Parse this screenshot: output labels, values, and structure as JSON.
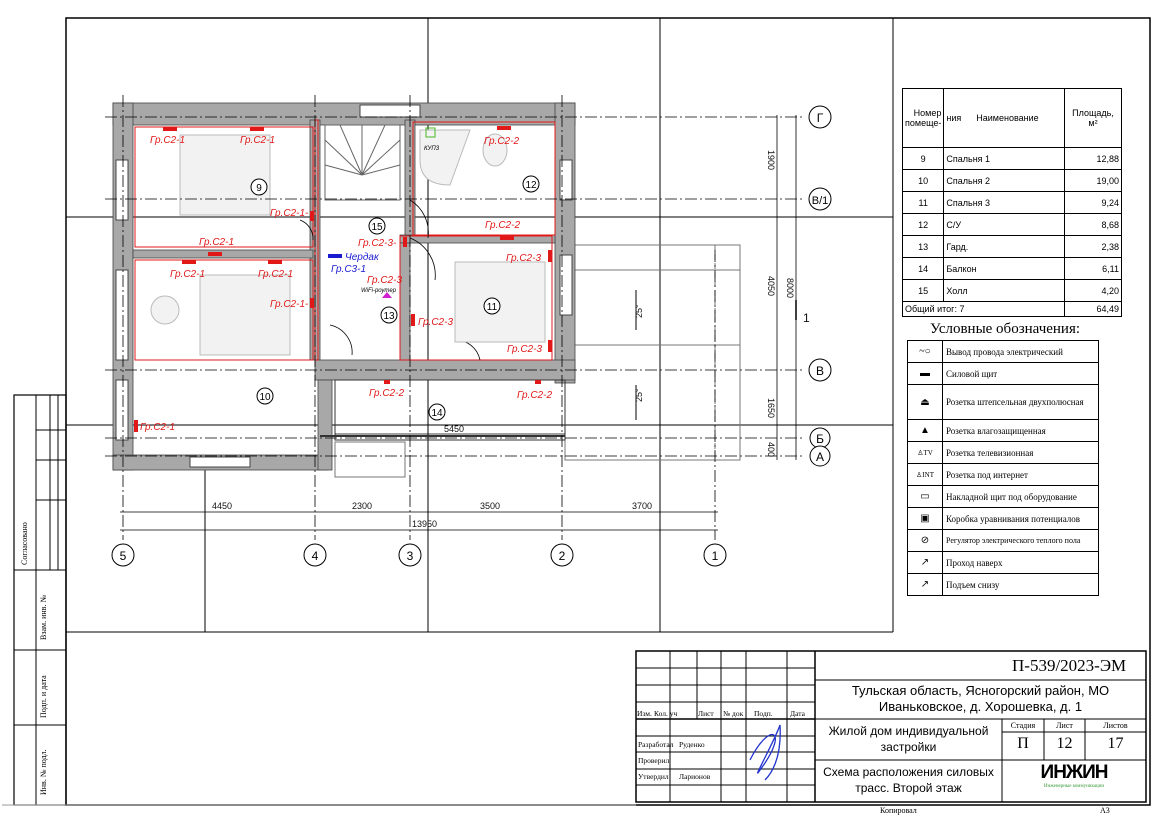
{
  "rooms_table": {
    "headers": {
      "number": "Номер помеще-",
      "number_cont": "ния",
      "name": "Наименование",
      "area": "Площадь, м²"
    },
    "rows": [
      {
        "num": "9",
        "name": "Спальня 1",
        "area": "12,88"
      },
      {
        "num": "10",
        "name": "Спальня 2",
        "area": "19,00"
      },
      {
        "num": "11",
        "name": "Спальня 3",
        "area": "9,24"
      },
      {
        "num": "12",
        "name": "С/У",
        "area": "8,68"
      },
      {
        "num": "13",
        "name": "Гард.",
        "area": "2,38"
      },
      {
        "num": "14",
        "name": "Балкон",
        "area": "6,11"
      },
      {
        "num": "15",
        "name": "Холл",
        "area": "4,20"
      }
    ],
    "total_label": "Общий итог: 7",
    "total_area": "64,49"
  },
  "legend": {
    "title": "Условные обозначения:",
    "items": [
      {
        "icon": "wire-outlet-icon",
        "glyph": "~○",
        "label": "Вывод провода электрический"
      },
      {
        "icon": "power-panel-icon",
        "glyph": "▬",
        "label": "Силовой щит"
      },
      {
        "icon": "socket-icon",
        "glyph": "⏏",
        "label": "Розетка штепсельная двухполюсная"
      },
      {
        "icon": "waterproof-socket-icon",
        "glyph": "▲",
        "label": "Розетка влагозащищенная"
      },
      {
        "icon": "tv-socket-icon",
        "glyph": "♙TV",
        "label": "Розетка телевизионная"
      },
      {
        "icon": "internet-socket-icon",
        "glyph": "♙INT",
        "label": "Розетка под интернет"
      },
      {
        "icon": "surface-panel-icon",
        "glyph": "▭",
        "label": "Накладной щит под оборудование"
      },
      {
        "icon": "potential-box-icon",
        "glyph": "▣",
        "label": "Коробка уравнивания потенциалов"
      },
      {
        "icon": "floor-heating-regulator-icon",
        "glyph": "⊘",
        "label": "Регулятор электрического теплого пола"
      },
      {
        "icon": "pass-up-icon",
        "glyph": "↗",
        "label": "Проход наверх"
      },
      {
        "icon": "rise-from-below-icon",
        "glyph": "↗",
        "label": "Подъем снизу"
      }
    ]
  },
  "plan": {
    "room_numbers": [
      "9",
      "10",
      "11",
      "12",
      "13",
      "14",
      "15"
    ],
    "axes_vertical": [
      "5",
      "4",
      "3",
      "2",
      "1"
    ],
    "axes_horizontal": [
      "Г",
      "В/1",
      "В",
      "Б",
      "А"
    ],
    "dims_bottom": [
      "4450",
      "2300",
      "3500",
      "3700"
    ],
    "dim_total": "13950",
    "dim_balcony": "5450",
    "dims_right": [
      "1900",
      "4050",
      "1650",
      "400"
    ],
    "dim_right_total": "8000",
    "section_mark": "1",
    "slope": "25°",
    "labels": {
      "c21": "Гр.С2-1",
      "c21d": "Гр.С2-1-",
      "c22": "Гр.С2-2",
      "c23": "Гр.С2-3",
      "c23d": "Гр.С2-3-",
      "c31": "Гр.С3-1",
      "attic": "Чердак",
      "wifi": "WiFi-роутер",
      "kup": "КУП3"
    }
  },
  "side_stamp": {
    "agreed": "Согласовано",
    "inv_repl": "Взам. инв. №",
    "sign_date": "Подп. и дата",
    "inv_orig": "Инв. № подл."
  },
  "title_block": {
    "code": "П-539/2023-ЭМ",
    "address_line1": "Тульская область, Ясногорский район, МО",
    "address_line2": "Иваньковское, д. Хорошевка, д. 1",
    "object_line1": "Жилой дом индивидуальной",
    "object_line2": "застройки",
    "sheet_title_line1": "Схема расположения силовых",
    "sheet_title_line2": "трасс. Второй этаж",
    "col_headers": [
      "Изм.",
      "Кол. уч",
      "Лист",
      "№ док",
      "Подп.",
      "Дата"
    ],
    "roles": [
      {
        "role": "Разработал",
        "name": "Руденко"
      },
      {
        "role": "Проверил",
        "name": ""
      },
      {
        "role": "Утвердил",
        "name": "Ларионов"
      }
    ],
    "stage_label": "Стадия",
    "stage": "П",
    "sheet_label": "Лист",
    "sheet": "12",
    "sheets_label": "Листов",
    "sheets": "17",
    "logo": "ИНЖИН",
    "logo_sub": "Инженерные коммуникации",
    "copied": "Копировал",
    "format": "А3"
  },
  "colors": {
    "accent_red": "#e01818",
    "accent_blue": "#1a1ad0",
    "wall": "#9a9a9a",
    "logo_green": "#3a9a3a"
  }
}
